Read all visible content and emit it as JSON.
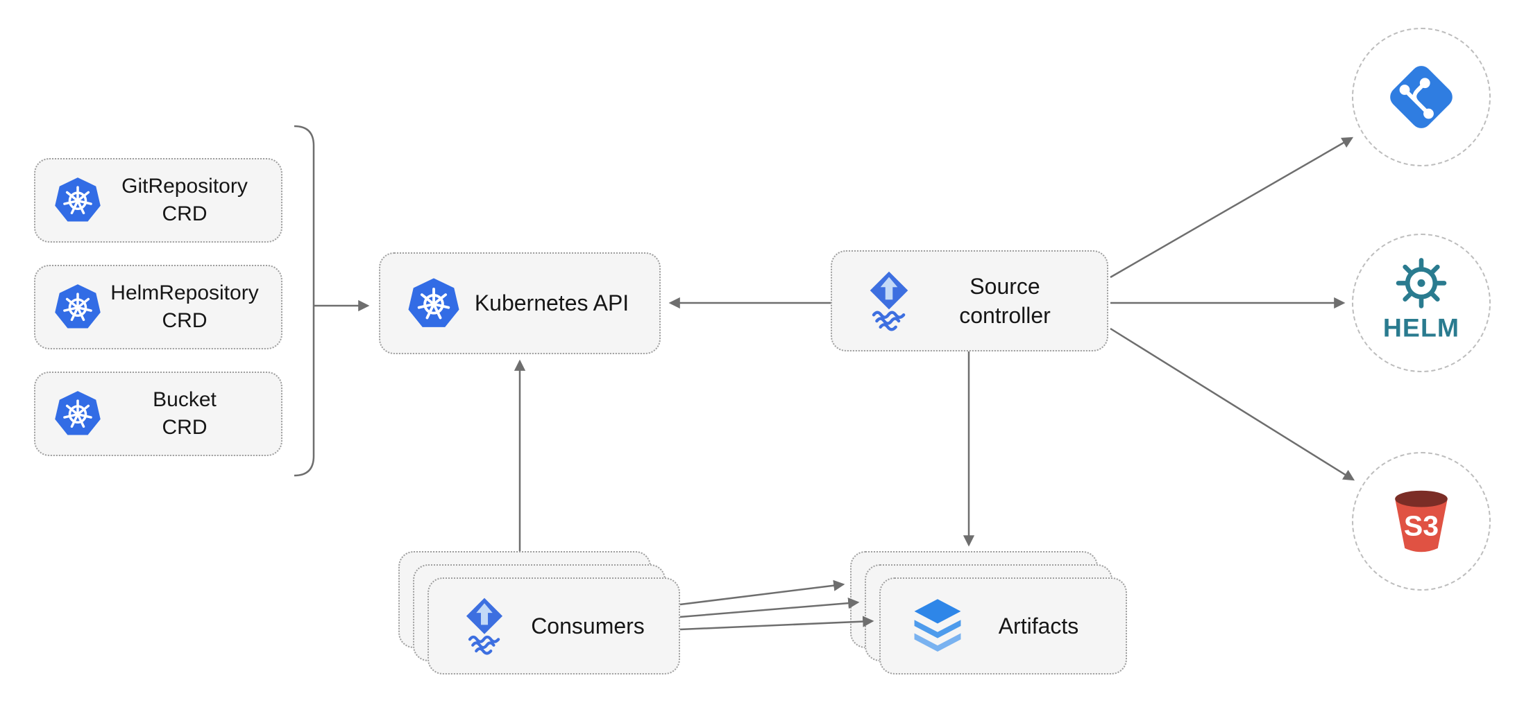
{
  "diagram": {
    "crds": [
      {
        "line1": "GitRepository",
        "line2": "CRD"
      },
      {
        "line1": "HelmRepository",
        "line2": "CRD"
      },
      {
        "line1": "Bucket",
        "line2": "CRD"
      }
    ],
    "kubernetes_api": "Kubernetes API",
    "source_controller": {
      "line1": "Source",
      "line2": "controller"
    },
    "consumers": "Consumers",
    "artifacts": "Artifacts",
    "external_sources": {
      "git": {
        "icon": "git-icon"
      },
      "helm": {
        "icon": "helm-icon",
        "label": "HELM"
      },
      "s3": {
        "icon": "s3-bucket-icon",
        "label": "S3"
      }
    },
    "colors": {
      "kubernetes_blue": "#326CE5",
      "flux_blue": "#3D6FE0",
      "flux_arrow_light": "#C3D9F7",
      "git_blue": "#2F7DE1",
      "helm_teal": "#2A7B8F",
      "s3_red": "#E05243",
      "s3_dark_red": "#7B2D26",
      "artifact_blue": "#2E86E8",
      "node_background": "#F5F5F5",
      "node_border": "#9E9E9E",
      "connector": "#6E6E6E"
    }
  }
}
